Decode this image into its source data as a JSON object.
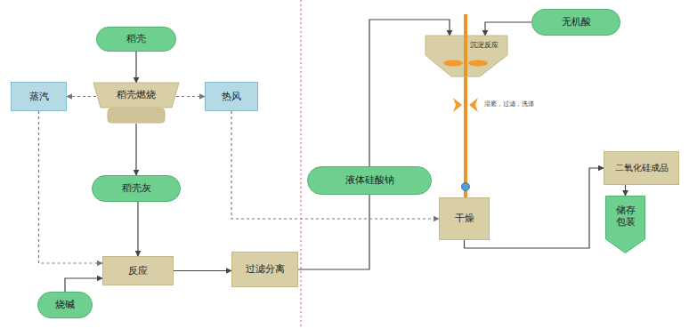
{
  "diagram": {
    "nodes": [
      {
        "text": [
          "稻壳"
        ]
      },
      {
        "text": [
          "稻壳燃烧"
        ]
      },
      {
        "text": [
          "蒸汽"
        ]
      },
      {
        "text": [
          "热风"
        ]
      },
      {
        "text": [
          "稻壳灰"
        ]
      },
      {
        "text": [
          "反应"
        ]
      },
      {
        "text": [
          "烧碱"
        ]
      },
      {
        "text": [
          "过滤分离"
        ]
      },
      {
        "text": [
          "液体硅酸钠"
        ]
      },
      {
        "text": [
          "无机酸"
        ]
      },
      {
        "text": [
          "沉淀反应"
        ]
      },
      {
        "text": [
          "干燥"
        ]
      },
      {
        "text": [
          "二氧化硅成品"
        ]
      },
      {
        "text": [
          "储存 包装"
        ]
      }
    ],
    "edges": [
      {
        "from": 0,
        "to": 1,
        "arrow": "to"
      },
      {
        "from": 1,
        "to": 2,
        "arrow": "to"
      },
      {
        "from": 1,
        "to": 3,
        "arrow": "to"
      },
      {
        "from": 1,
        "to": 4,
        "arrow": "to"
      },
      {
        "from": 4,
        "to": 5,
        "arrow": "to"
      },
      {
        "from": 2,
        "to": 5,
        "arrow": "to"
      },
      {
        "from": 6,
        "to": 5,
        "arrow": "to"
      },
      {
        "from": 5,
        "to": 7,
        "arrow": "to"
      },
      {
        "from": 7,
        "to": 8,
        "arrow": "none"
      },
      {
        "from": 8,
        "to": 10,
        "arrow": "to"
      },
      {
        "from": 9,
        "to": 10,
        "arrow": "to"
      },
      {
        "from": 10,
        "to": 11,
        "arrow": "none"
      },
      {
        "from": 3,
        "to": 11,
        "arrow": "to"
      },
      {
        "from": 11,
        "to": 12,
        "arrow": "to"
      },
      {
        "from": 12,
        "to": 13,
        "arrow": "to"
      }
    ],
    "labels": [
      "湿磨，过滤，洗涤"
    ]
  }
}
